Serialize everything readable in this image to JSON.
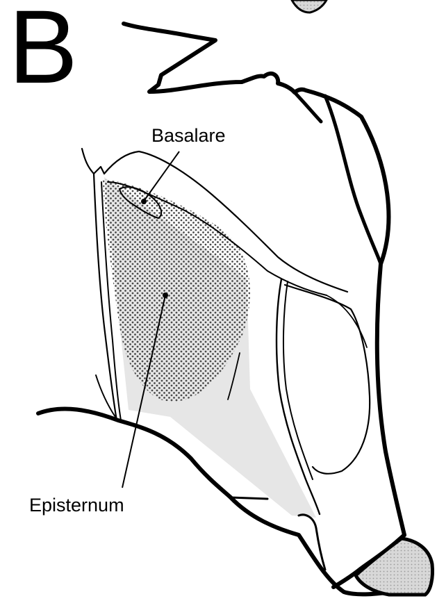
{
  "figure": {
    "panel_letter": "B",
    "labels": {
      "basalare": "Basalare",
      "episternum": "Episternum"
    }
  },
  "colors": {
    "ink": "#000000",
    "stipple": "#555555",
    "light_shade": "#e6e6e6",
    "gray_patch": "#cfcfcf",
    "background": "#ffffff"
  }
}
